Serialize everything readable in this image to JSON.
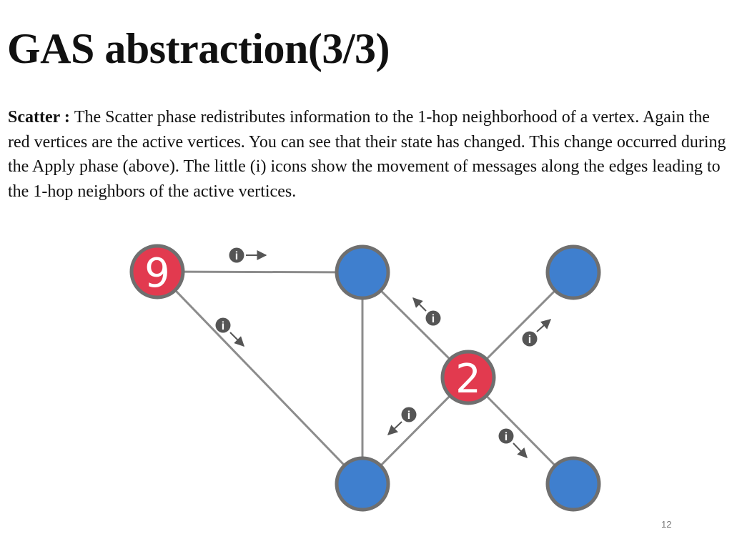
{
  "slide": {
    "title": "GAS abstraction(3/3)",
    "label": "Scatter : ",
    "text": "The Scatter phase redistributes information to the 1-hop neighborhood of a vertex. Again the red vertices are the active vertices. You can see that their state has changed. This change occurred during the Apply phase (above). The little (i) icons show the movement of messages along the edges leading to the 1-hop neighbors of the active vertices.",
    "page_number": "12"
  },
  "diagram": {
    "colors": {
      "active": "#e23a4f",
      "inactive": "#3f7fce",
      "border": "#6f6f6f",
      "edge": "#8c8c8c",
      "icon": "#555555"
    },
    "vertices": [
      {
        "id": "v9",
        "state": "active",
        "label": "9"
      },
      {
        "id": "vA",
        "state": "inactive",
        "label": ""
      },
      {
        "id": "vB",
        "state": "inactive",
        "label": ""
      },
      {
        "id": "v2",
        "state": "active",
        "label": "2"
      },
      {
        "id": "vC",
        "state": "inactive",
        "label": ""
      },
      {
        "id": "vD",
        "state": "inactive",
        "label": ""
      }
    ],
    "edges": [
      [
        "v9",
        "vA"
      ],
      [
        "v9",
        "vC"
      ],
      [
        "vA",
        "vC"
      ],
      [
        "vA",
        "v2"
      ],
      [
        "v2",
        "vB"
      ],
      [
        "v2",
        "vC"
      ],
      [
        "v2",
        "vD"
      ]
    ],
    "message_icon": {
      "glyph": "i",
      "count": 6
    }
  }
}
